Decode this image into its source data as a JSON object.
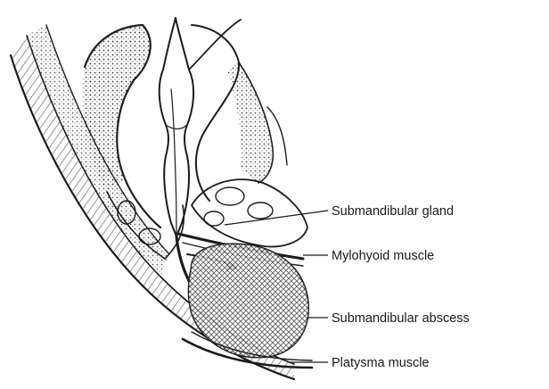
{
  "diagram": {
    "labels": {
      "submandibular_gland": "Submandibular gland",
      "mylohyoid_muscle": "Mylohyoid muscle",
      "submandibular_abscess": "Submandibular abscess",
      "platysma_muscle": "Platysma muscle"
    },
    "colors": {
      "ink": "#1c1c1c",
      "paper": "#ffffff",
      "abscess_fill": "#bdbdbd"
    }
  }
}
